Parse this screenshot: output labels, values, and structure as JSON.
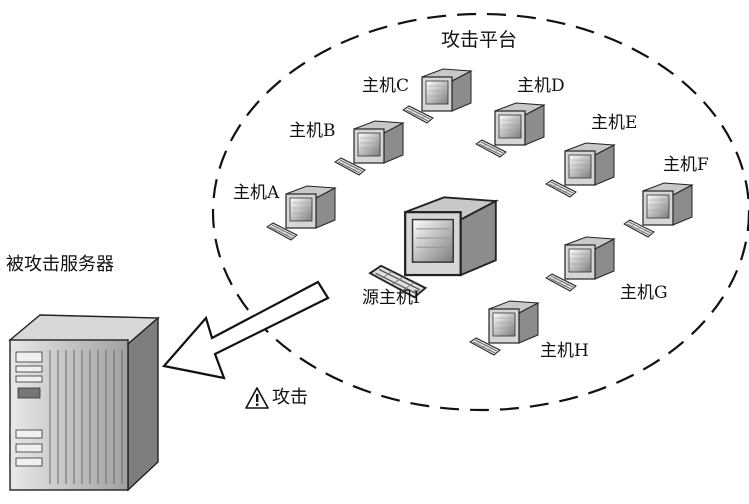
{
  "platform_title": "攻击平台",
  "server_label": "被攻击服务器",
  "attack_label": "攻击",
  "attack_icon": "warning-triangle-icon",
  "hosts": {
    "A": "主机A",
    "B": "主机B",
    "C": "主机C",
    "D": "主机D",
    "E": "主机E",
    "F": "主机F",
    "G": "主机G",
    "H": "主机H",
    "I": "源主机I"
  }
}
